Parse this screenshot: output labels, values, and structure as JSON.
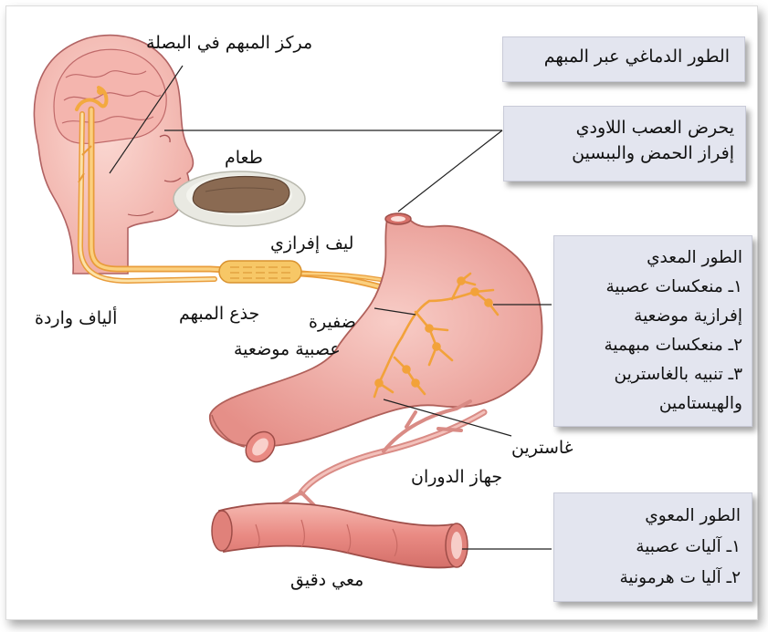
{
  "boxes": {
    "cephalic_title": "الطور الدماغي عبر المبهم",
    "vagus_lines": [
      "يحرض العصب اللاودي",
      "إفراز الحمض والببسين"
    ],
    "gastric_lines": [
      "الطور المعدي",
      "١ـ منعكسات عصبية",
      "إفرازية موضعية",
      "٢ـ منعكسات مبهمية",
      "٣ـ تنبيه بالغاسترين",
      "والهيستامين"
    ],
    "intestinal_lines": [
      "الطور المعوي",
      "١ـ آليات عصبية",
      "٢ـ آليا ت هرمونية"
    ]
  },
  "labels": {
    "vagal_center": "مركز المبهم في البصلة",
    "food": "طعام",
    "efferent_fiber": "ليف إفرازي",
    "afferent_fibers": "ألياف واردة",
    "vagal_trunk": "جذع المبهم",
    "local_plexus_1": "ضفيرة",
    "local_plexus_2": "عصبية موضعية",
    "gastrin": "غاسترين",
    "circulation": "جهاز الدوران",
    "small_intestine": "معي دقيق"
  },
  "colors": {
    "skin": "#f4c3bd",
    "skin_edge": "#b06262",
    "nerve": "#f7b64a",
    "box_bg": "#e3e5ef",
    "stomach": "#f2aaa4",
    "vessel": "#e9b0aa"
  }
}
